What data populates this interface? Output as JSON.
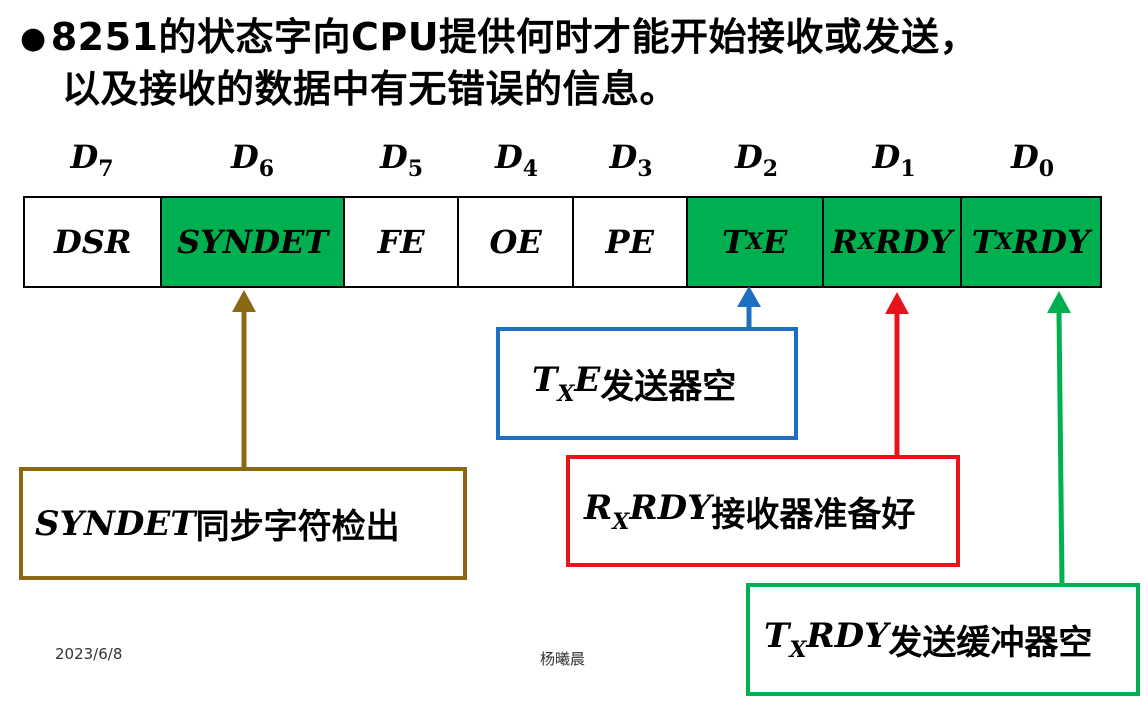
{
  "title": {
    "line1": "8251的状态字向CPU提供何时才能开始接收或发送，",
    "line2": "以及接收的数据中有无错误的信息。"
  },
  "bits": [
    {
      "base": "D",
      "sub": "7"
    },
    {
      "base": "D",
      "sub": "6"
    },
    {
      "base": "D",
      "sub": "5"
    },
    {
      "base": "D",
      "sub": "4"
    },
    {
      "base": "D",
      "sub": "3"
    },
    {
      "base": "D",
      "sub": "2"
    },
    {
      "base": "D",
      "sub": "1"
    },
    {
      "base": "D",
      "sub": "0"
    }
  ],
  "cells": [
    {
      "pre": "DSR",
      "sub": "",
      "post": "",
      "highlight": false
    },
    {
      "pre": "SYNDET",
      "sub": "",
      "post": "",
      "highlight": true
    },
    {
      "pre": "FE",
      "sub": "",
      "post": "",
      "highlight": false
    },
    {
      "pre": "OE",
      "sub": "",
      "post": "",
      "highlight": false
    },
    {
      "pre": "PE",
      "sub": "",
      "post": "",
      "highlight": false
    },
    {
      "pre": "T",
      "sub": "X",
      "post": "E",
      "highlight": true
    },
    {
      "pre": "R",
      "sub": "X",
      "post": "RDY",
      "highlight": true
    },
    {
      "pre": "T",
      "sub": "X",
      "post": "RDY",
      "highlight": true
    }
  ],
  "callouts": {
    "syndet": {
      "math": "SYNDET",
      "text": "同步字符检出",
      "color": "#8b6914"
    },
    "txe": {
      "math_pre": "T",
      "math_sub": "X",
      "math_post": "E",
      "text": "发送器空",
      "color": "#1f6fc0"
    },
    "rxrdy": {
      "math_pre": "R",
      "math_sub": "X",
      "math_post": "RDY",
      "text": "接收器准备好",
      "color": "#e8141c"
    },
    "txrdy": {
      "math_pre": "T",
      "math_sub": "X",
      "math_post": "RDY",
      "text": "发送缓冲器空",
      "color": "#00b050"
    }
  },
  "colors": {
    "highlight_fill": "#00b050"
  },
  "footer": {
    "date": "2023/6/8",
    "author": "杨曦晨"
  }
}
